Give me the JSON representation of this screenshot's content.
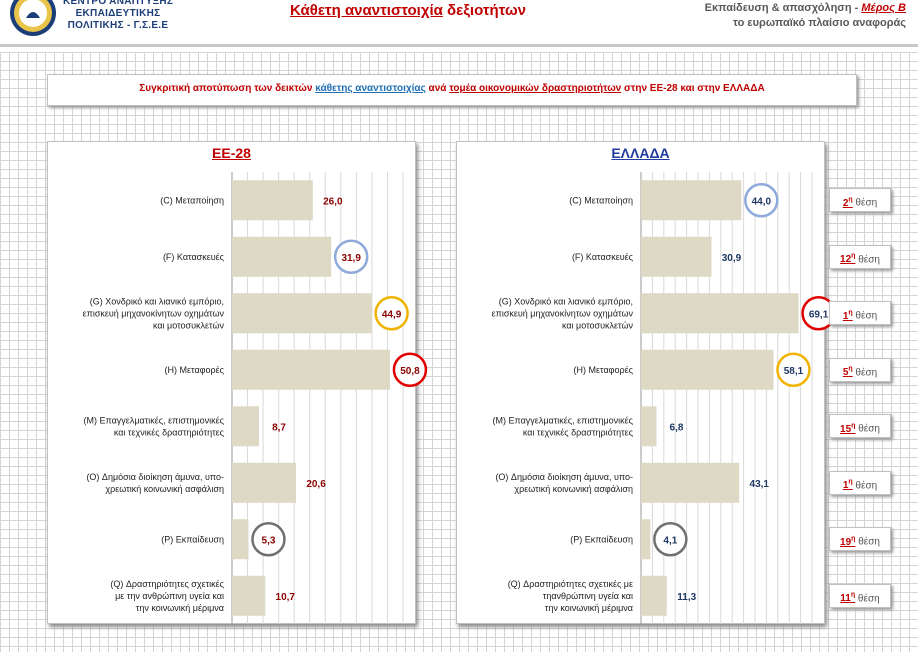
{
  "header": {
    "logo_lines": [
      "ΚΕΝΤΡΟ ΑΝΑΠΤΥΞΗΣ",
      "ΕΚΠΑΙΔΕΥΤΙΚΗΣ",
      "ΠΟΛΙΤΙΚΗΣ - Γ.Σ.Ε.Ε"
    ],
    "title_part1": "Κάθετη αναντιστοιχία",
    "title_part2": " δεξιοτήτων",
    "section_line1": "Εκπαίδευση & απασχόληση - ",
    "section_part": "Μέρος Β",
    "section_line2": "το ευρωπαϊκό πλαίσιο αναφοράς"
  },
  "subtitle": {
    "p1": "Συγκριτική αποτύπωση των δεικτών ",
    "p2": "κάθετης αναντιστοιχίας",
    "p3": " ανά ",
    "p4": "τομέα οικονομικών δραστηριοτήτων",
    "p5": " στην ΕΕ-28 και στην ΕΛΛΑΔΑ"
  },
  "colors": {
    "bar": "#ddd9c4",
    "eu_value": "#8b0000",
    "gr_value": "#1f3864",
    "circle_blue": "#8eaadb",
    "circle_yellow": "#f0b400",
    "circle_red": "#e00000",
    "circle_gray": "#707070"
  },
  "chart_data": [
    {
      "type": "bar",
      "title": "ΕΕ-28",
      "title_color": "#c00000",
      "categories": [
        [
          "(C) Μεταποίηση"
        ],
        [
          "(F) Κατασκευές"
        ],
        [
          "(G) Χονδρικό και λιανικό εμπόριο,",
          "επισκευή μηχανοκίνητων οχημάτων",
          "και μοτοσυκλετών"
        ],
        [
          "(H) Μεταφορές"
        ],
        [
          "(M) Επαγγελματικές, επιστημονικές",
          "και τεχνικές δραστηριότητες"
        ],
        [
          "(O) Δημόσια διοίκηση άμυνα, υπο-",
          "χρεωτική κοινωνική ασφάλιση"
        ],
        [
          "(P) Εκπαίδευση"
        ],
        [
          "(Q) Δραστηριότητες σχετικές",
          "με την ανθρώπινη υγεία και",
          "την κοινωνική μέριμνα"
        ]
      ],
      "values": [
        26.0,
        31.9,
        44.9,
        50.8,
        8.7,
        20.6,
        5.3,
        10.7
      ],
      "value_labels": [
        "26,0",
        "31,9",
        "44,9",
        "50,8",
        "8,7",
        "20,6",
        "5,3",
        "10,7"
      ],
      "highlight": [
        "",
        "blue",
        "yellow",
        "red",
        "",
        "",
        "gray",
        ""
      ],
      "xlim": [
        0,
        55
      ],
      "grid": true
    },
    {
      "type": "bar",
      "title": "ΕΛΛΑΔΑ",
      "title_color": "#1f3c9e",
      "categories": [
        [
          "(C) Μεταποίηση"
        ],
        [
          "(F) Κατασκευές"
        ],
        [
          "(G) Χονδρικό και λιανικό εμπόριο,",
          "επισκευή μηχανοκίνητων οχημάτων",
          "και μοτοσυκλετών"
        ],
        [
          "(H) Μεταφορές"
        ],
        [
          "(M) Επαγγελματικές, επιστημονικές",
          "και τεχνικές δραστηριότητες"
        ],
        [
          "(O) Δημόσια διοίκηση άμυνα, υπο-",
          "χρεωτική κοινωνική ασφάλιση"
        ],
        [
          "(P) Εκπαίδευση"
        ],
        [
          "(Q) Δραστηριότητες σχετικές με",
          "τηανθρώπινη υγεία και",
          "την κοινωνική μέριμνα"
        ]
      ],
      "values": [
        44.0,
        30.9,
        69.1,
        58.1,
        6.8,
        43.1,
        4.1,
        11.3
      ],
      "value_labels": [
        "44,0",
        "30,9",
        "69,1",
        "58,1",
        "6,8",
        "43,1",
        "4,1",
        "11,3"
      ],
      "highlight": [
        "blue",
        "",
        "red",
        "yellow",
        "",
        "",
        "gray",
        ""
      ],
      "xlim": [
        0,
        75
      ],
      "grid": true
    }
  ],
  "ranks": [
    {
      "rank": "2",
      "sup": "η",
      "word": "θέση"
    },
    {
      "rank": "12",
      "sup": "η",
      "word": "θέση"
    },
    {
      "rank": "1",
      "sup": "η",
      "word": "θέση"
    },
    {
      "rank": "5",
      "sup": "η",
      "word": "θέση"
    },
    {
      "rank": "15",
      "sup": "η",
      "word": "θέση"
    },
    {
      "rank": "1",
      "sup": "η",
      "word": "θέση"
    },
    {
      "rank": "19",
      "sup": "η",
      "word": "θέση"
    },
    {
      "rank": "11",
      "sup": "η",
      "word": "θέση"
    }
  ]
}
